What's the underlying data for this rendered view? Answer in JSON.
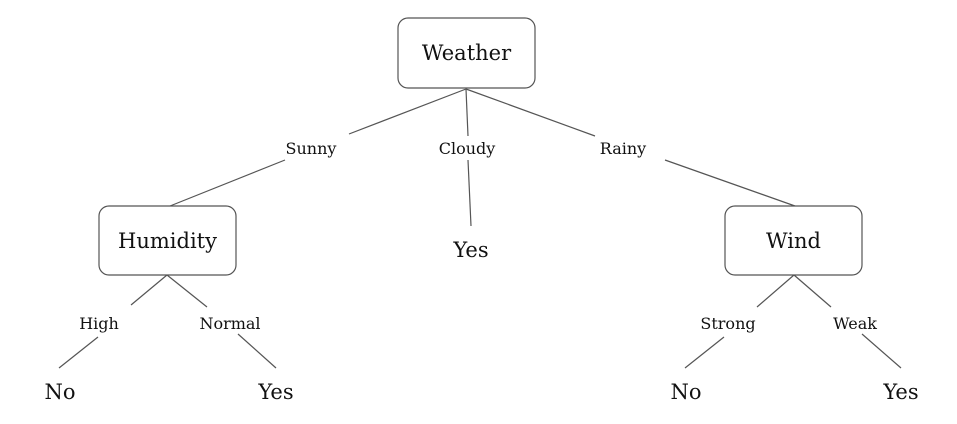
{
  "tree": {
    "root": {
      "label": "Weather",
      "branches": [
        {
          "label": "Sunny",
          "child": {
            "label": "Humidity",
            "branches": [
              {
                "label": "High",
                "leaf": "No"
              },
              {
                "label": "Normal",
                "leaf": "Yes"
              }
            ]
          }
        },
        {
          "label": "Cloudy",
          "leaf": "Yes"
        },
        {
          "label": "Rainy",
          "child": {
            "label": "Wind",
            "branches": [
              {
                "label": "Strong",
                "leaf": "No"
              },
              {
                "label": "Weak",
                "leaf": "Yes"
              }
            ]
          }
        }
      ]
    }
  }
}
